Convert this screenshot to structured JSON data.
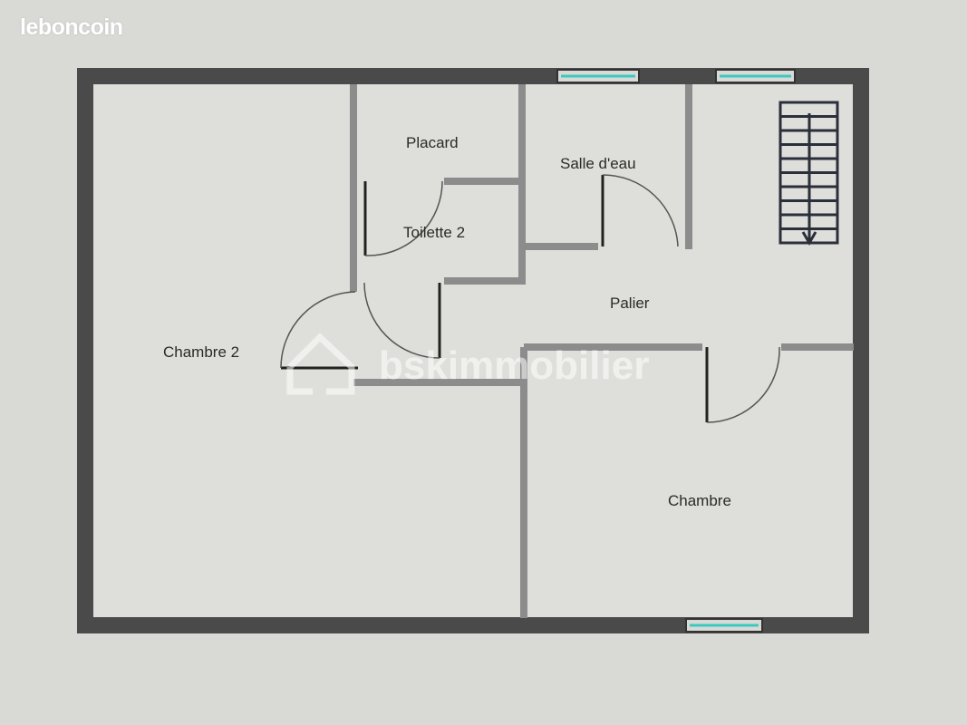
{
  "logo": {
    "text": "leboncoin"
  },
  "watermark": {
    "text": "bskimmobilier"
  },
  "rooms": {
    "placard": "Placard",
    "toilette": "Toilette 2",
    "salle_eau": "Salle d'eau",
    "palier": "Palier",
    "chambre2": "Chambre 2",
    "chambre": "Chambre"
  },
  "colors": {
    "outer_wall": "#4a4a4a",
    "inner_wall": "#8c8c8c",
    "window": "#3cc9c0",
    "floor": "#dcdcd8"
  }
}
